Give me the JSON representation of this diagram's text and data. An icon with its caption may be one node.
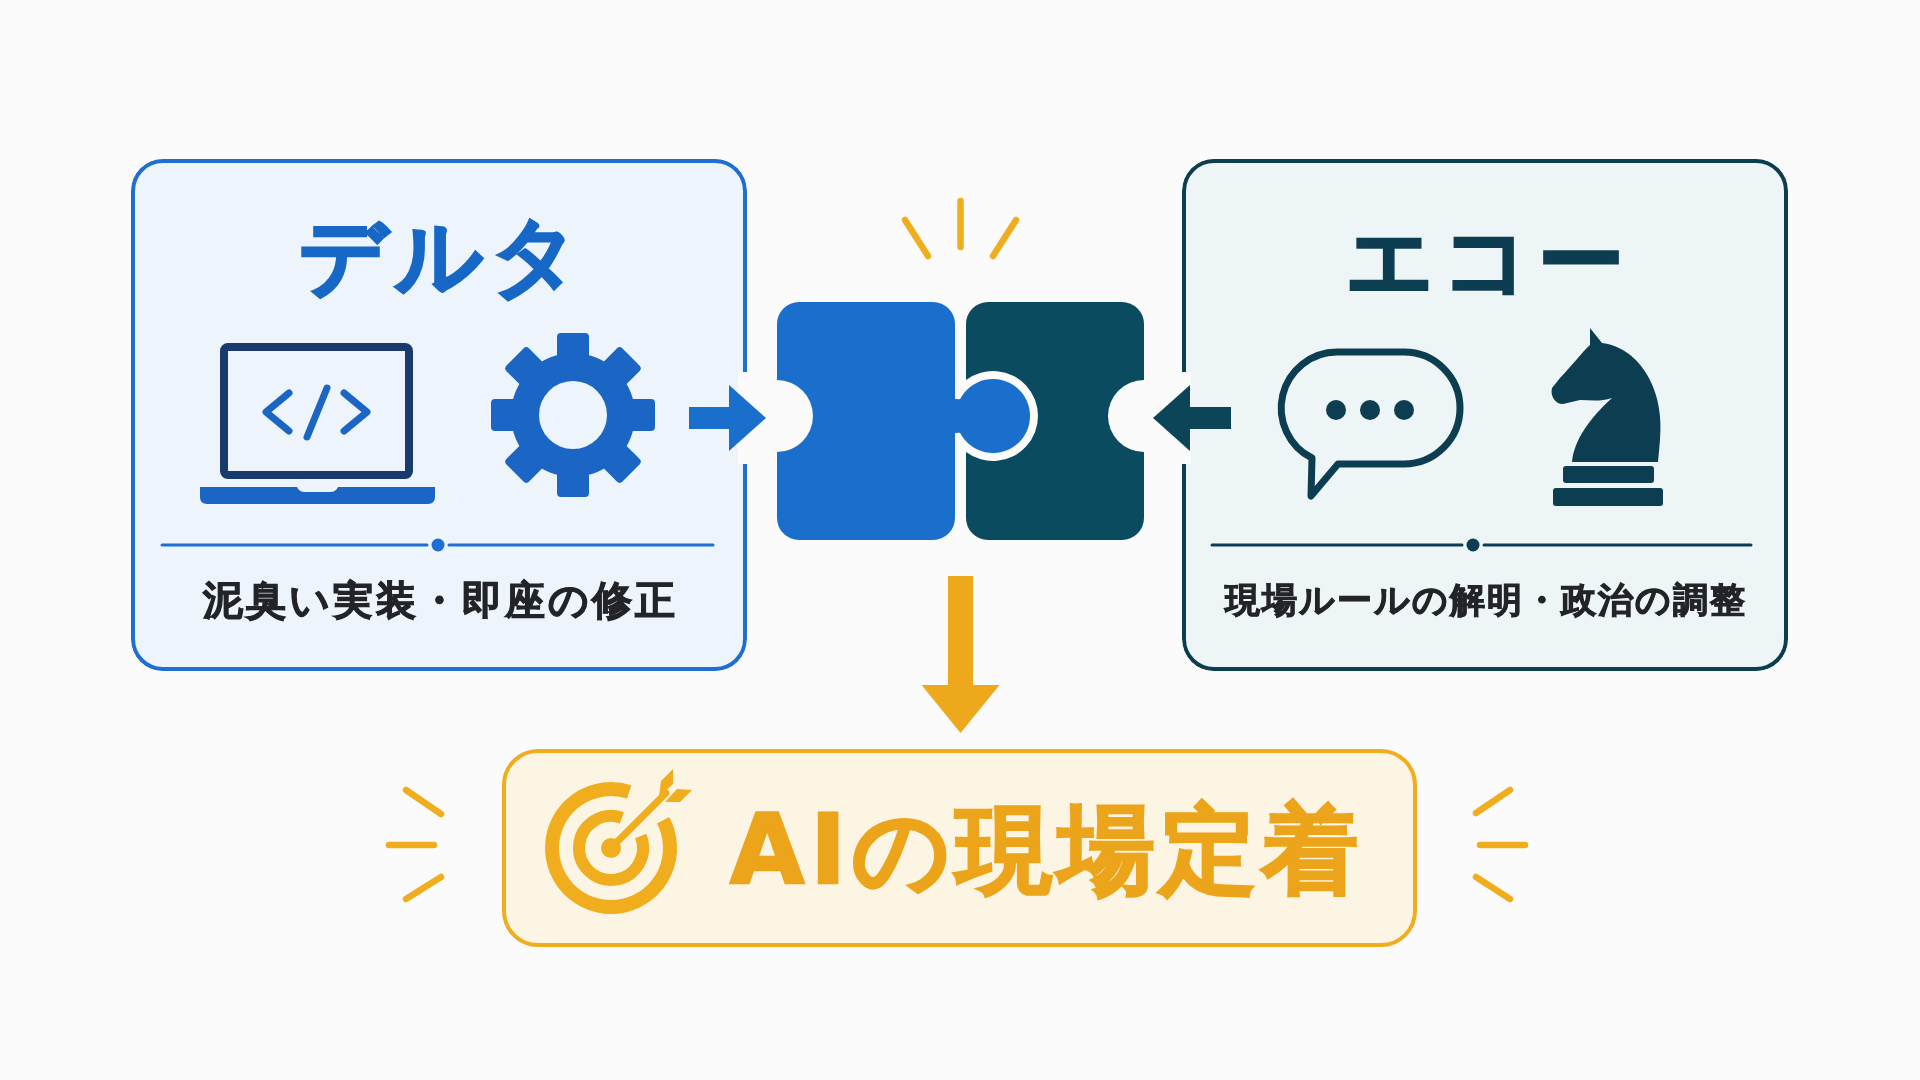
{
  "diagram": {
    "nodes": [
      {
        "text": [
          "デルタ",
          "泥臭い実装・即座の修正"
        ]
      },
      {
        "text": [
          "エコー",
          "現場ルールの解明・政治の調整"
        ]
      },
      {
        "text": [],
        "shape": "puzzle"
      },
      {
        "text": [
          "AIの現場定着"
        ]
      }
    ],
    "edges": [
      {
        "from": 0,
        "to": 2,
        "arrow": "to",
        "color": "#1b6fcc"
      },
      {
        "from": 1,
        "to": 2,
        "arrow": "to",
        "color": "#0c4558"
      },
      {
        "from": 2,
        "to": 3,
        "arrow": "to",
        "color": "#eea81c"
      }
    ]
  }
}
